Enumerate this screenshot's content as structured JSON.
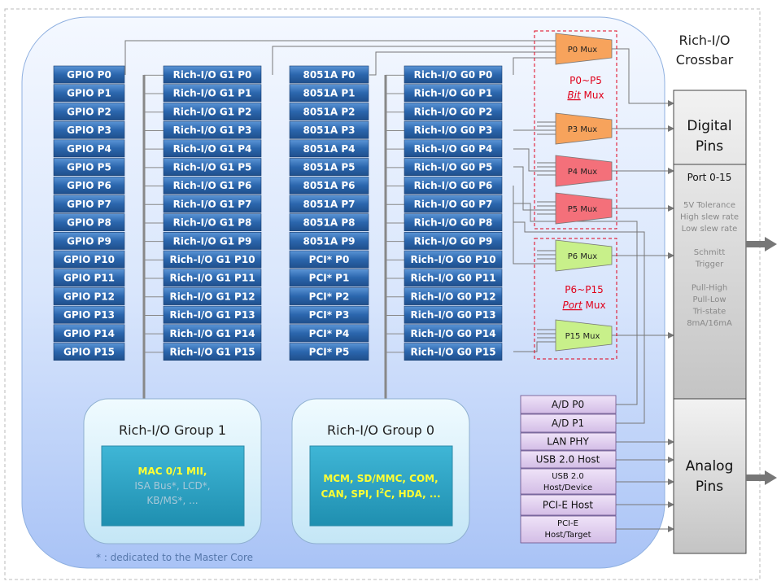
{
  "crossbar_title": [
    "Rich-I/O",
    "Crossbar"
  ],
  "columns": {
    "gpio": [
      "GPIO P0",
      "GPIO P1",
      "GPIO P2",
      "GPIO P3",
      "GPIO P4",
      "GPIO P5",
      "GPIO P6",
      "GPIO P7",
      "GPIO P8",
      "GPIO P9",
      "GPIO P10",
      "GPIO P11",
      "GPIO P12",
      "GPIO P13",
      "GPIO P14",
      "GPIO P15"
    ],
    "g1": [
      "Rich-I/O G1 P0",
      "Rich-I/O G1 P1",
      "Rich-I/O G1 P2",
      "Rich-I/O G1 P3",
      "Rich-I/O G1 P4",
      "Rich-I/O G1 P5",
      "Rich-I/O G1 P6",
      "Rich-I/O G1 P7",
      "Rich-I/O G1 P8",
      "Rich-I/O G1 P9",
      "Rich-I/O G1 P10",
      "Rich-I/O G1 P11",
      "Rich-I/O G1 P12",
      "Rich-I/O G1 P13",
      "Rich-I/O G1 P14",
      "Rich-I/O G1 P15"
    ],
    "a8051": [
      "8051A P0",
      "8051A P1",
      "8051A P2",
      "8051A P3",
      "8051A P4",
      "8051A P5",
      "8051A P6",
      "8051A P7",
      "8051A P8",
      "8051A P9",
      "PCI* P0",
      "PCI* P1",
      "PCI* P2",
      "PCI* P3",
      "PCI* P4",
      "PCI* P5"
    ],
    "g0": [
      "Rich-I/O G0 P0",
      "Rich-I/O G0 P1",
      "Rich-I/O G0 P2",
      "Rich-I/O G0 P3",
      "Rich-I/O G0 P4",
      "Rich-I/O G0 P5",
      "Rich-I/O G0 P6",
      "Rich-I/O G0 P7",
      "Rich-I/O G0 P8",
      "Rich-I/O G0 P9",
      "Rich-I/O G0 P10",
      "Rich-I/O G0 P11",
      "Rich-I/O G0 P12",
      "Rich-I/O G0 P13",
      "Rich-I/O G0 P14",
      "Rich-I/O G0 P15"
    ]
  },
  "muxes": [
    {
      "label": "P0 Mux",
      "color": "#f7a35c"
    },
    {
      "label": "P3 Mux",
      "color": "#f7a35c"
    },
    {
      "label": "P4 Mux",
      "color": "#f4707a"
    },
    {
      "label": "P5 Mux",
      "color": "#f4707a"
    },
    {
      "label": "P6 Mux",
      "color": "#c8f08a"
    },
    {
      "label": "P15 Mux",
      "color": "#c8f08a"
    }
  ],
  "bit_mux_note": {
    "range": "P0~P5",
    "em": "Bit",
    "rest": " Mux"
  },
  "port_mux_note": {
    "range": "P6~P15",
    "em": "Port",
    "rest": " Mux"
  },
  "digital_pins": {
    "title": [
      "Digital",
      "Pins"
    ],
    "port": "Port 0-15",
    "features": [
      "5V Tolerance",
      "High slew rate",
      "Low slew rate",
      "",
      "Schmitt",
      "Trigger",
      "",
      "Pull-High",
      "Pull-Low",
      "Tri-state",
      "8mA/16mA"
    ]
  },
  "analog_pins": {
    "title": [
      "Analog",
      "Pins"
    ]
  },
  "interfaces": [
    {
      "lines": [
        "A/D P0"
      ]
    },
    {
      "lines": [
        "A/D P1"
      ]
    },
    {
      "lines": [
        "LAN PHY"
      ]
    },
    {
      "lines": [
        "USB 2.0 Host"
      ]
    },
    {
      "lines": [
        "USB 2.0",
        "Host/Device"
      ]
    },
    {
      "lines": [
        "PCI-E Host"
      ]
    },
    {
      "lines": [
        "PCI-E",
        "Host/Target"
      ]
    }
  ],
  "group1": {
    "title": "Rich-I/O Group 1",
    "line1": "MAC 0/1 MII,",
    "line2": "ISA Bus*, LCD*,",
    "line3": "KB/MS*, ..."
  },
  "group0": {
    "title": "Rich-I/O Group 0",
    "line1": "MCM, SD/MMC, COM,",
    "line2_a": "CAN, SPI, I",
    "line2_sup": "2",
    "line2_b": "C, HDA, ..."
  },
  "footnote": "* : dedicated to the Master Core",
  "colors": {
    "cell": "#2d6eb6",
    "panel": "#cfe0fb",
    "pins": "#d4d4d4",
    "iface": "#ddc9ec"
  }
}
